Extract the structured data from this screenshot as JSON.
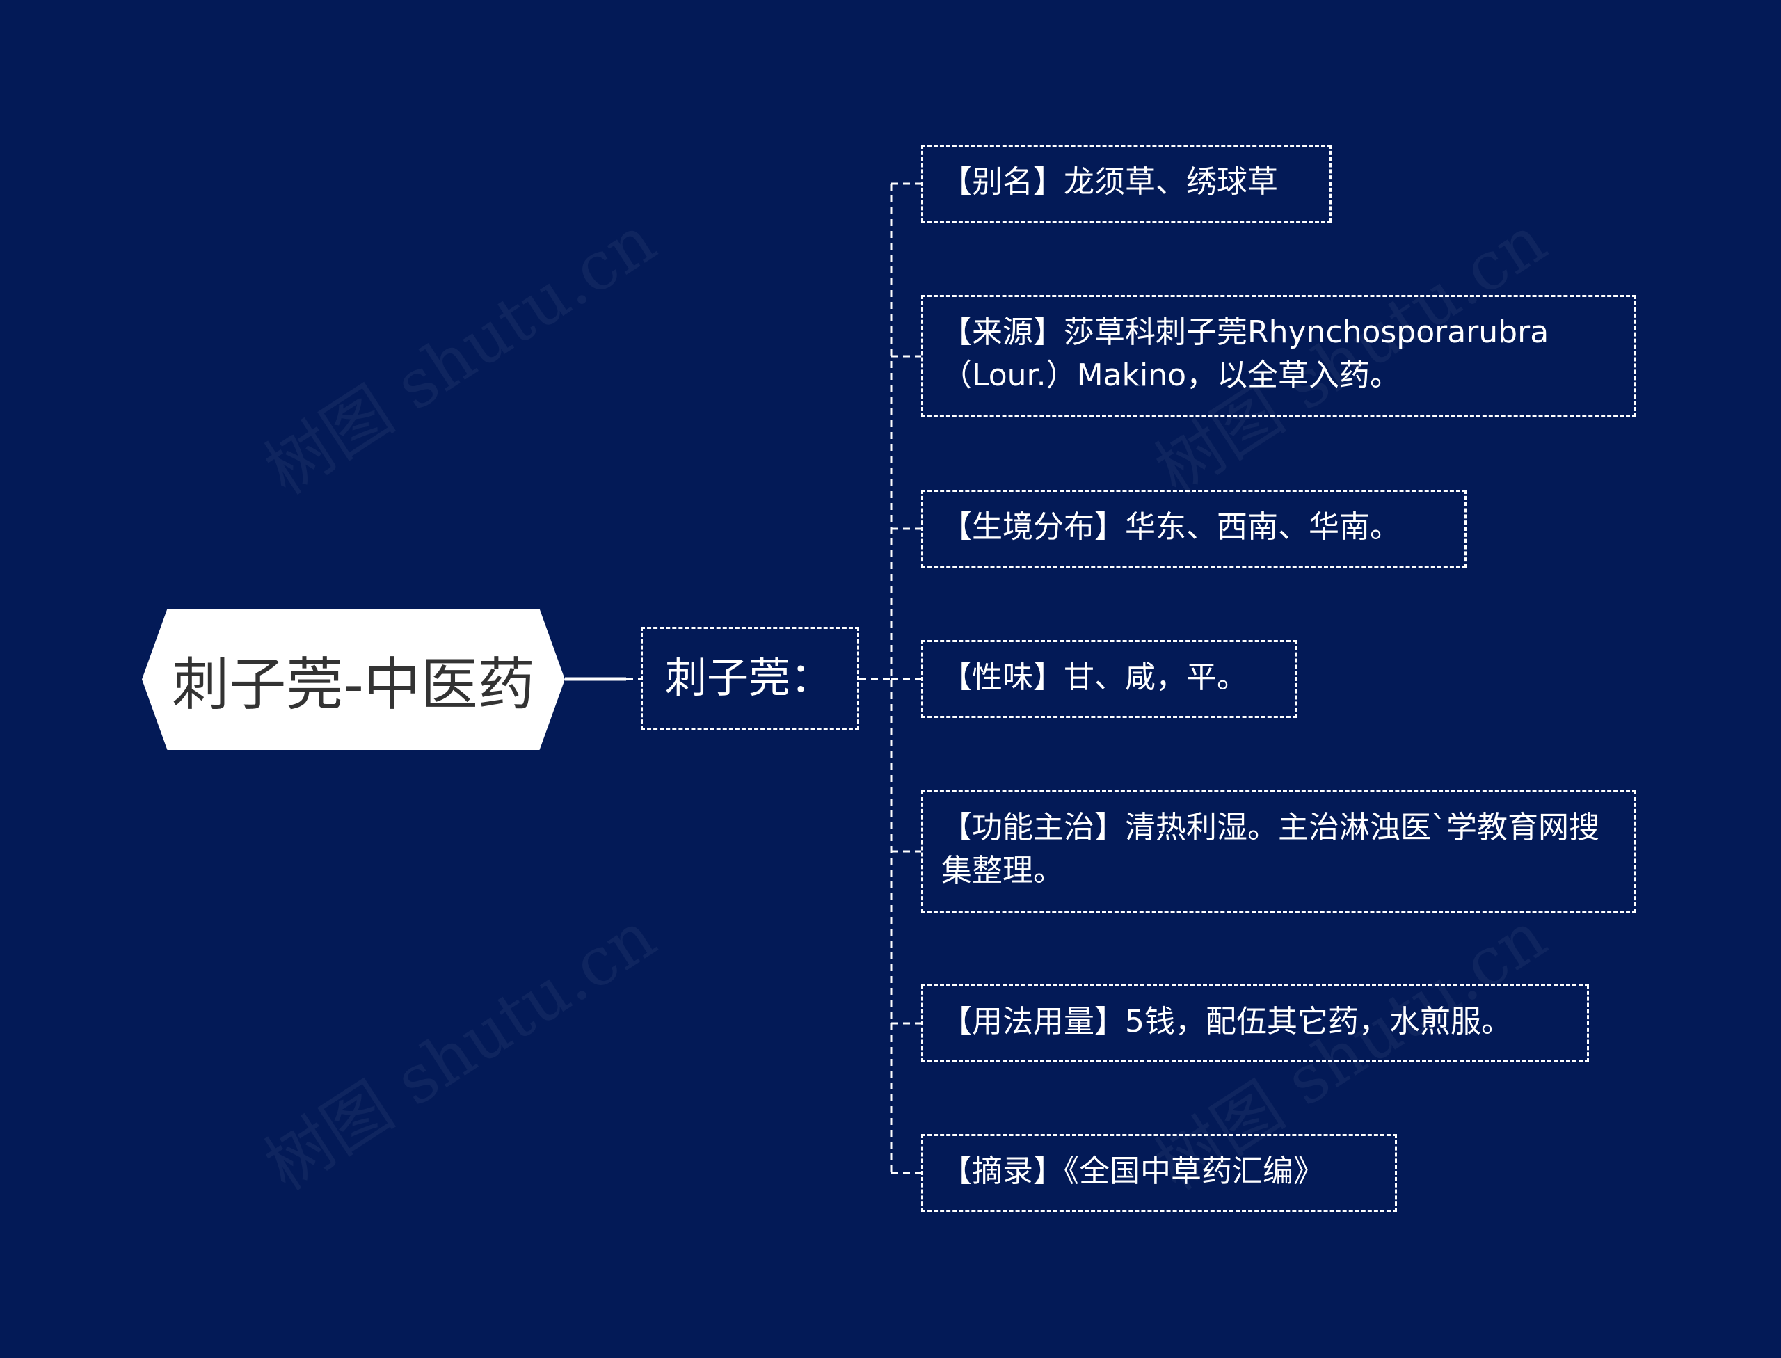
{
  "watermark": "树图 shutu.cn",
  "root": {
    "label": "刺子莞-中医药"
  },
  "branch": {
    "label": "刺子莞："
  },
  "leaves": [
    {
      "text": "【别名】龙须草、绣球草"
    },
    {
      "text": "【来源】莎草科刺子莞Rhynchosporarubra（Lour.）Makino，以全草入药。"
    },
    {
      "text": "【生境分布】华东、西南、华南。"
    },
    {
      "text": "【性味】甘、咸，平。"
    },
    {
      "text": "【功能主治】清热利湿。主治淋浊医`学教育网搜集整理。"
    },
    {
      "text": "【用法用量】5钱，配伍其它药，水煎服。"
    },
    {
      "text": "【摘录】《全国中草药汇编》"
    }
  ],
  "colors": {
    "background": "#031a57",
    "node_border": "#ffffff",
    "root_fill": "#ffffff",
    "root_text": "#333333"
  }
}
